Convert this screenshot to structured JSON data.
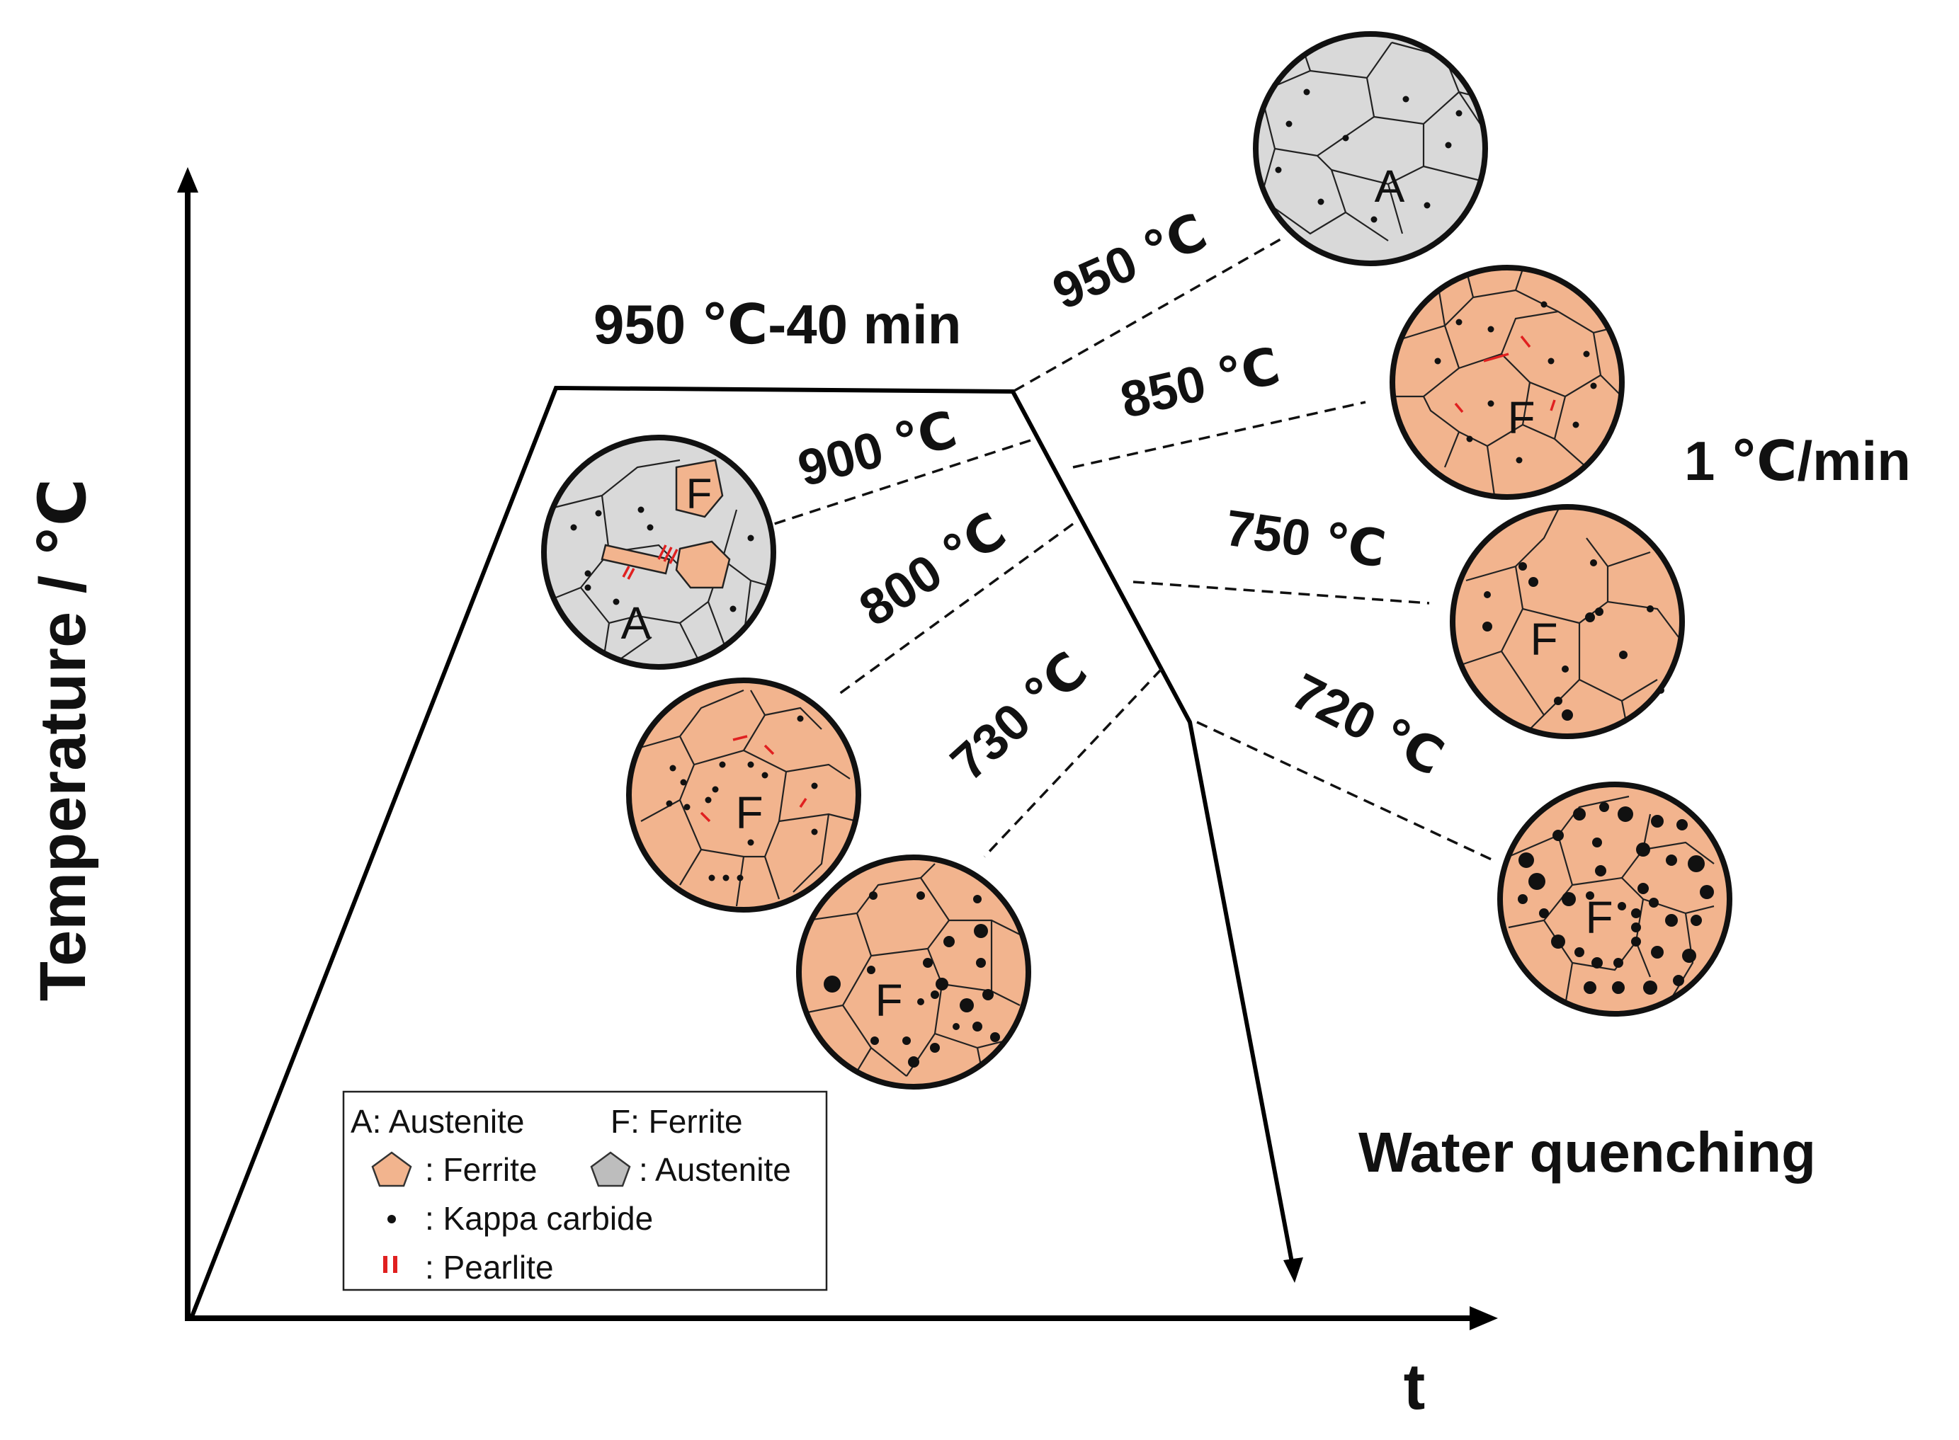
{
  "axes": {
    "y_label": "Temperature / ℃",
    "x_label": "t"
  },
  "annotations": {
    "hold": "950 ℃-40 min",
    "cooling_rate": "1 ℃/min",
    "quench": "Water quenching"
  },
  "stages": [
    {
      "id": "950",
      "label": "950 ℃",
      "phase_letter": "A"
    },
    {
      "id": "900",
      "label": "900 ℃",
      "phase_letter_a": "A",
      "phase_letter_f": "F"
    },
    {
      "id": "850",
      "label": "850 ℃",
      "phase_letter": "F"
    },
    {
      "id": "800",
      "label": "800 ℃",
      "phase_letter": "F"
    },
    {
      "id": "750",
      "label": "750 ℃",
      "phase_letter": "F"
    },
    {
      "id": "730",
      "label": "730 ℃",
      "phase_letter": "F"
    },
    {
      "id": "720",
      "label": "720 ℃",
      "phase_letter": "F"
    }
  ],
  "legend": {
    "line1_a": "A: Austenite",
    "line1_f": "F: Ferrite",
    "ferrite": ": Ferrite",
    "austenite": ": Austenite",
    "kappa": ": Kappa carbide",
    "pearlite": ": Pearlite"
  },
  "colors": {
    "ferrite": "#F2B48E",
    "austenite": "#D9D9D9",
    "pearlite": "#E02020",
    "ink": "#111111"
  }
}
